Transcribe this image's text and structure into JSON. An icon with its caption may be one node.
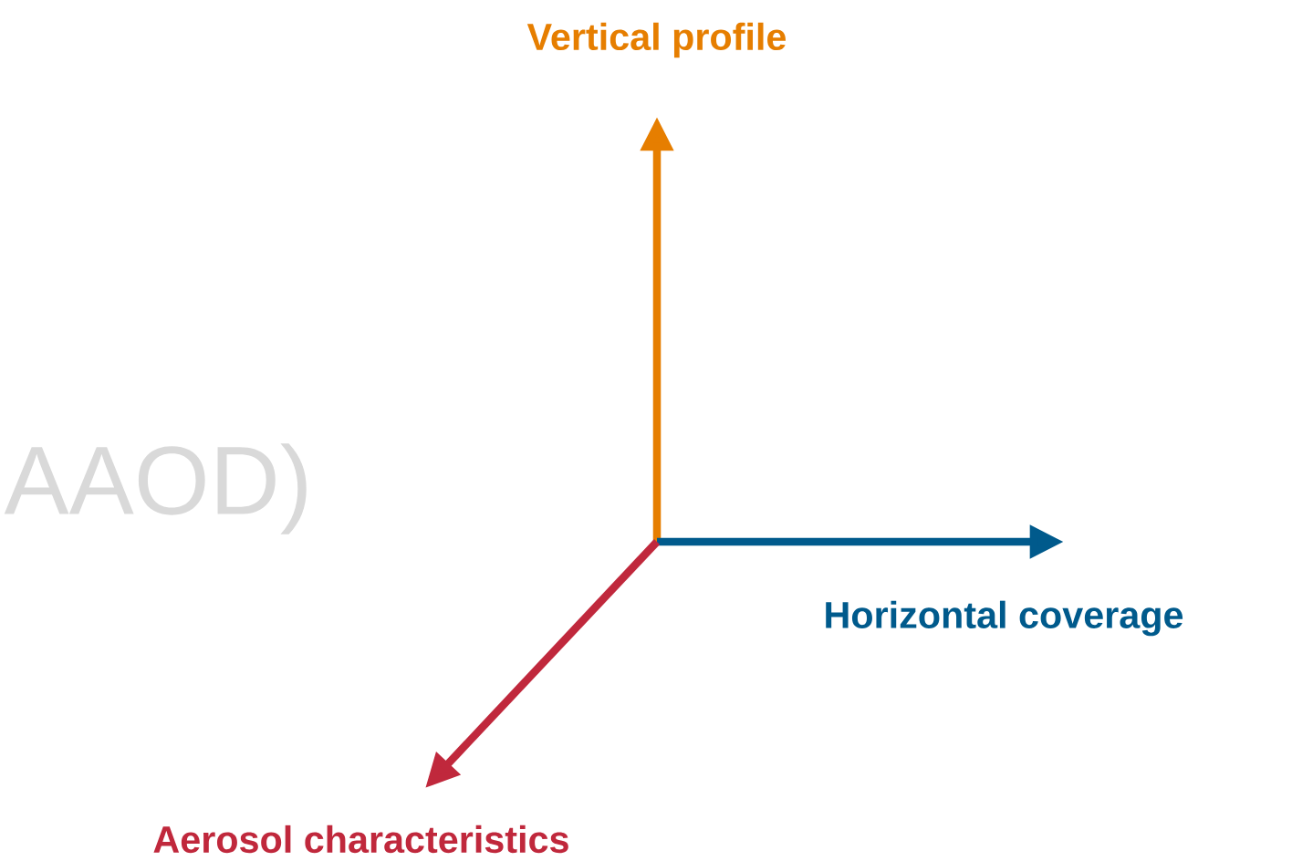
{
  "diagram": {
    "nodes": [
      {
        "text": [
          "Vertical profile"
        ]
      },
      {
        "text": [
          "Horizontal coverage"
        ]
      },
      {
        "text": [
          "Aerosol characteristics"
        ]
      }
    ],
    "edges": [
      {
        "from": null,
        "to": 0,
        "arrow": "to",
        "color": "#e67e00"
      },
      {
        "from": null,
        "to": 1,
        "arrow": "to",
        "color": "#005a8c"
      },
      {
        "from": null,
        "to": 2,
        "arrow": "to",
        "color": "#c0283c"
      }
    ],
    "labels": [
      "AAOD)"
    ]
  }
}
